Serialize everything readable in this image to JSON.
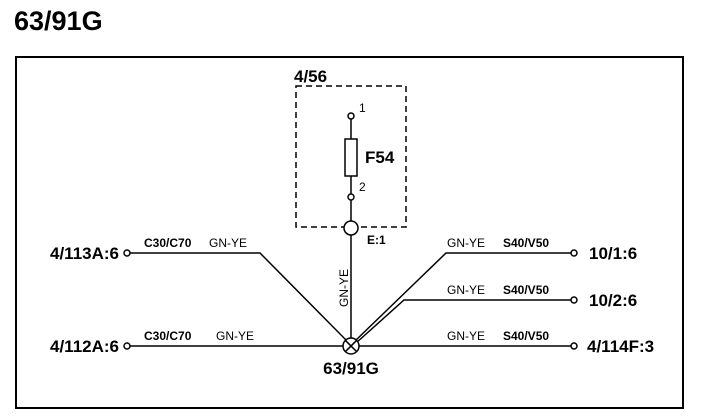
{
  "title": "63/91G",
  "fuse_box": {
    "label": "4/56",
    "fuse_label": "F54",
    "pin_top": "1",
    "pin_bottom": "2"
  },
  "connector_label": "E:1",
  "vertical_wire_color": "GN-YE",
  "splice_label": "63/91G",
  "left_connections": [
    {
      "terminal": "4/113A:6",
      "code": "C30/C70",
      "wire_color": "GN-YE"
    },
    {
      "terminal": "4/112A:6",
      "code": "C30/C70",
      "wire_color": "GN-YE"
    }
  ],
  "right_connections": [
    {
      "terminal": "10/1:6",
      "code": "S40/V50",
      "wire_color": "GN-YE"
    },
    {
      "terminal": "10/2:6",
      "code": "S40/V50",
      "wire_color": "GN-YE"
    },
    {
      "terminal": "4/114F:3",
      "code": "S40/V50",
      "wire_color": "GN-YE"
    }
  ]
}
